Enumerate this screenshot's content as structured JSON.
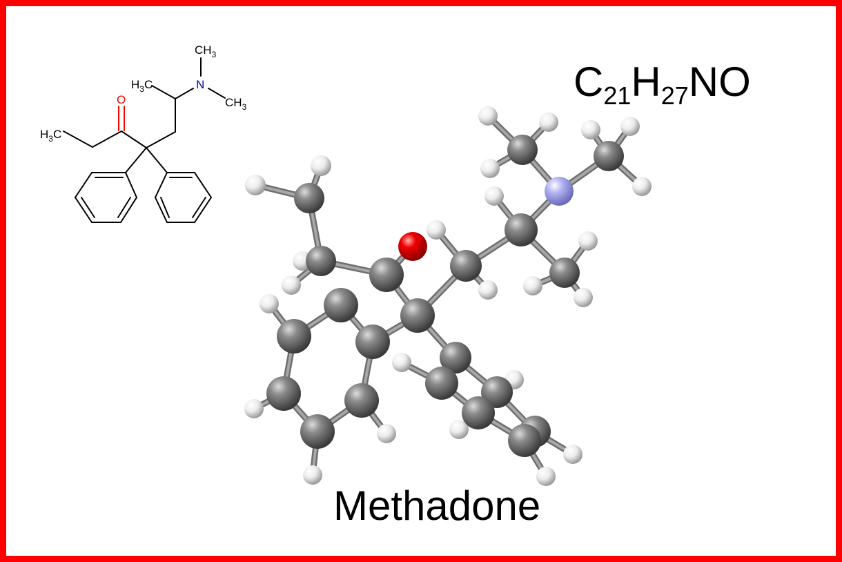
{
  "formula": {
    "element1": "C",
    "count1": "21",
    "element2": "H",
    "count2": "27",
    "rest": "NO"
  },
  "compound_name": "Methadone",
  "skeletal": {
    "labels": {
      "methyl_top": "CH",
      "methyl_top_sub": "3",
      "methyl_left": "H",
      "methyl_left_sub": "3",
      "methyl_left_c": "C",
      "nitrogen": "N",
      "methyl_right": "CH",
      "methyl_right_sub": "3",
      "oxygen": "O",
      "ethyl_h": "H",
      "ethyl_sub": "3",
      "ethyl_c": "C"
    },
    "colors": {
      "bond": "#000000",
      "oxygen": "#ff0000",
      "nitrogen": "#0000aa"
    }
  },
  "model_3d": {
    "colors": {
      "carbon": "#666666",
      "hydrogen": "#e8e8e8",
      "oxygen": "#ee0000",
      "nitrogen": "#9999ee",
      "bond": "#a8a8a8"
    }
  },
  "frame_color": "#ff0000"
}
